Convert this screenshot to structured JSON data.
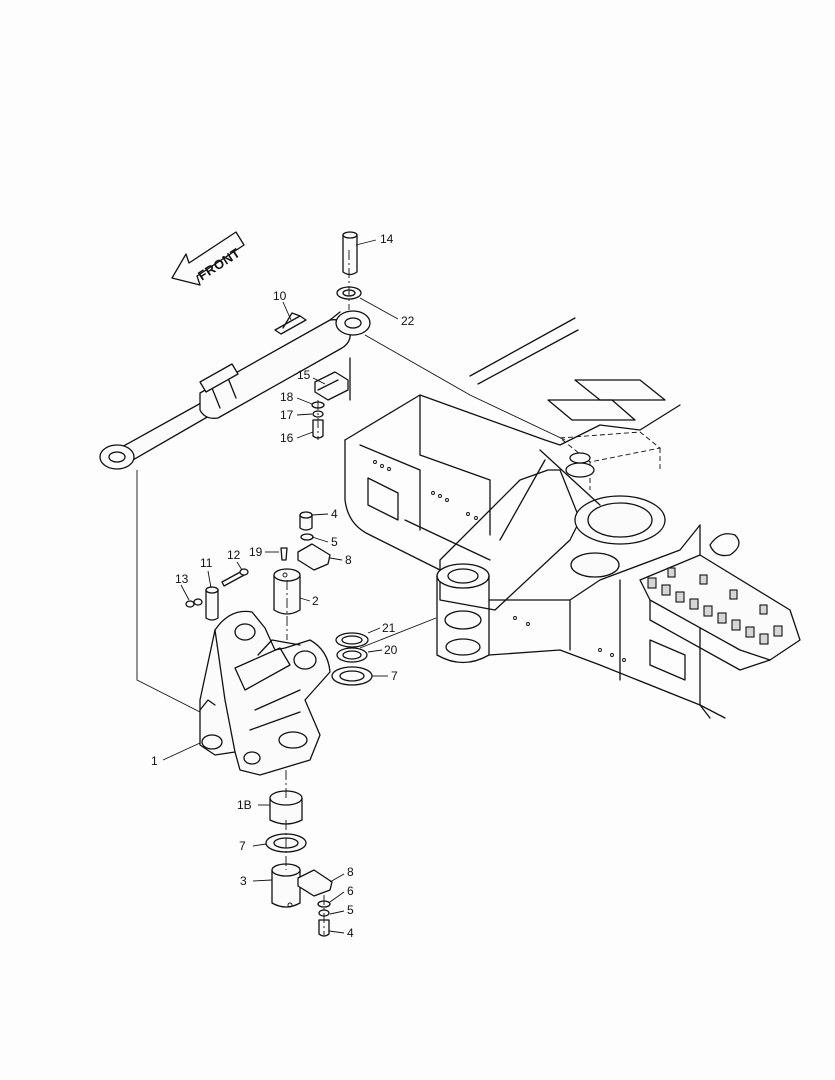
{
  "direction_label": "FRONT",
  "callouts": {
    "c1": "1",
    "c1B": "1B",
    "c2": "2",
    "c3": "3",
    "c4a": "4",
    "c4b": "4",
    "c5a": "5",
    "c5b": "5",
    "c6": "6",
    "c7a": "7",
    "c7b": "7",
    "c8a": "8",
    "c8b": "8",
    "c10": "10",
    "c11": "11",
    "c12": "12",
    "c13": "13",
    "c14": "14",
    "c15": "15",
    "c16": "16",
    "c17": "17",
    "c18": "18",
    "c19": "19",
    "c20": "20",
    "c21": "21",
    "c22": "22"
  }
}
